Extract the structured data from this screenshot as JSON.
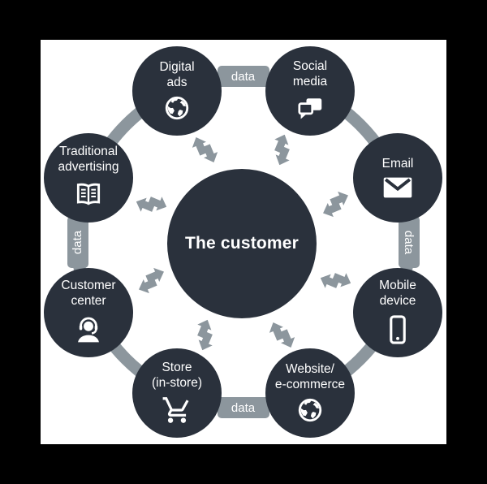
{
  "colors": {
    "background": "#000000",
    "surface": "#ffffff",
    "node_fill": "#2a313c",
    "ring": "#8c969d",
    "label_text": "#ffffff"
  },
  "center": {
    "label": "The customer"
  },
  "nodes": [
    {
      "id": "digital-ads",
      "label": "Digital\nads",
      "icon": "globe-icon"
    },
    {
      "id": "social-media",
      "label": "Social\nmedia",
      "icon": "speech-bubbles-icon"
    },
    {
      "id": "email",
      "label": "Email",
      "icon": "envelope-icon"
    },
    {
      "id": "mobile-device",
      "label": "Mobile\ndevice",
      "icon": "smartphone-icon"
    },
    {
      "id": "website-ecommerce",
      "label": "Website/\ne-commerce",
      "icon": "globe-icon"
    },
    {
      "id": "store-in-store",
      "label": "Store\n(in-store)",
      "icon": "shopping-cart-icon"
    },
    {
      "id": "customer-center",
      "label": "Customer\ncenter",
      "icon": "headset-agent-icon"
    },
    {
      "id": "traditional-advertising",
      "label": "Traditional\nadvertising",
      "icon": "newspaper-icon"
    }
  ],
  "ring_labels": [
    {
      "position": "top",
      "text": "data"
    },
    {
      "position": "right",
      "text": "data"
    },
    {
      "position": "bottom",
      "text": "data"
    },
    {
      "position": "left",
      "text": "data"
    }
  ]
}
